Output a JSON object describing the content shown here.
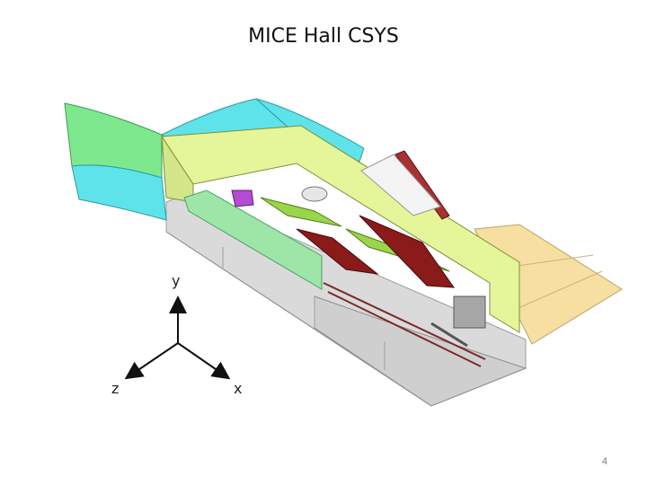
{
  "slide": {
    "title": "MICE Hall CSYS",
    "page_number": "4"
  },
  "axes": {
    "y_label": "y",
    "z_label": "z",
    "x_label": "x"
  },
  "colors": {
    "wall_green": "#7ee88f",
    "wall_cyan": "#5fe3ea",
    "shield_yellow": "#e4f59a",
    "floor_grey": "#d9d9d9",
    "magnet_red": "#8b1a1a",
    "magnet_green": "#9ad64a",
    "pad_beige": "#f6dfa0"
  }
}
